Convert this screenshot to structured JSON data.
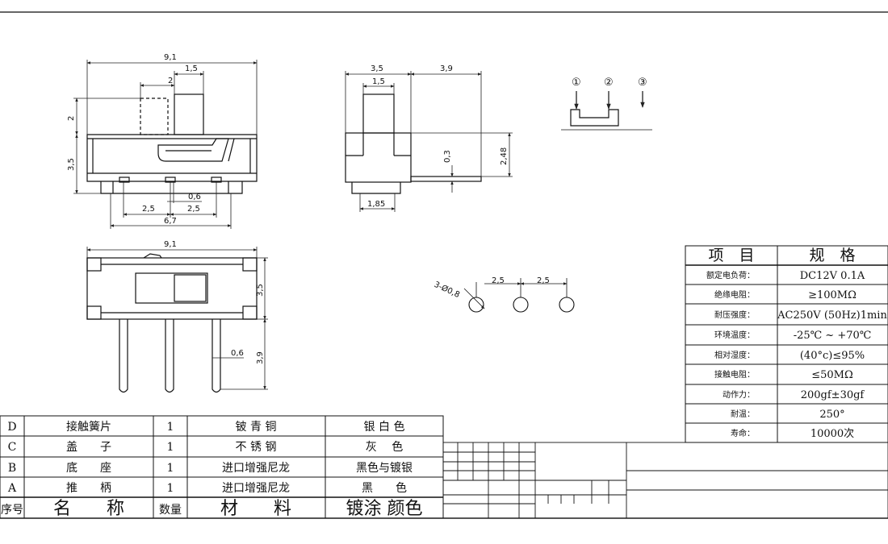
{
  "drawing": {
    "dimensions": {
      "front_width": "9,1",
      "knob_width": "1,5",
      "knob_travel": "2",
      "knob_height": "2",
      "body_height": "3,5",
      "pitch_left": "2,5",
      "pitch_right": "2,5",
      "pin_thickness": "0,6",
      "span": "6,7",
      "side_body": "3,5",
      "side_knob": "1,5",
      "side_pin": "3,9",
      "side_pin_t": "0,3",
      "side_height": "2,48",
      "side_foot": "1,85",
      "bottom_width": "9,1",
      "bottom_height": "3,5",
      "bottom_pin_t": "0,6",
      "bottom_pin_len": "3,9",
      "hole_label": "3-Ø0,8",
      "hole_pitch_1": "2,5",
      "hole_pitch_2": "2,5"
    },
    "schematic": {
      "terminals": [
        "①",
        "②",
        "③"
      ]
    }
  },
  "spec_table": {
    "header": [
      "项　目",
      "规　格"
    ],
    "rows": [
      {
        "label": "额定电负荷：",
        "value": "DC12V 0.1A"
      },
      {
        "label": "绝缘电阻：",
        "value": "≥100MΩ"
      },
      {
        "label": "耐压强度：",
        "value": "AC250V (50Hz)1min"
      },
      {
        "label": "环境温度：",
        "value": "-25℃ ~ +70℃"
      },
      {
        "label": "相对湿度：",
        "value": "(40°c)≤95%"
      },
      {
        "label": "接触电阻：",
        "value": "≤50MΩ"
      },
      {
        "label": "动作力：",
        "value": "200gf±30gf"
      },
      {
        "label": "耐温：",
        "value": "250°"
      },
      {
        "label": "寿命：",
        "value": "10000次"
      }
    ]
  },
  "bom_table": {
    "rows": [
      {
        "no": "D",
        "name": "接触簧片",
        "qty": "1",
        "material": "铍 青 铜",
        "finish": "银 白 色"
      },
      {
        "no": "C",
        "name": "盖　　子",
        "qty": "1",
        "material": "不 锈 钢",
        "finish": "灰　 色"
      },
      {
        "no": "B",
        "name": "底　　座",
        "qty": "1",
        "material": "进口增强尼龙",
        "finish": "黑色与镀银"
      },
      {
        "no": "A",
        "name": "推　　柄",
        "qty": "1",
        "material": "进口增强尼龙",
        "finish": "黑　　色"
      }
    ],
    "header": {
      "no": "序号",
      "name": "名　　称",
      "qty": "数量",
      "material": "材　　料",
      "finish": "镀涂 颜色"
    }
  }
}
